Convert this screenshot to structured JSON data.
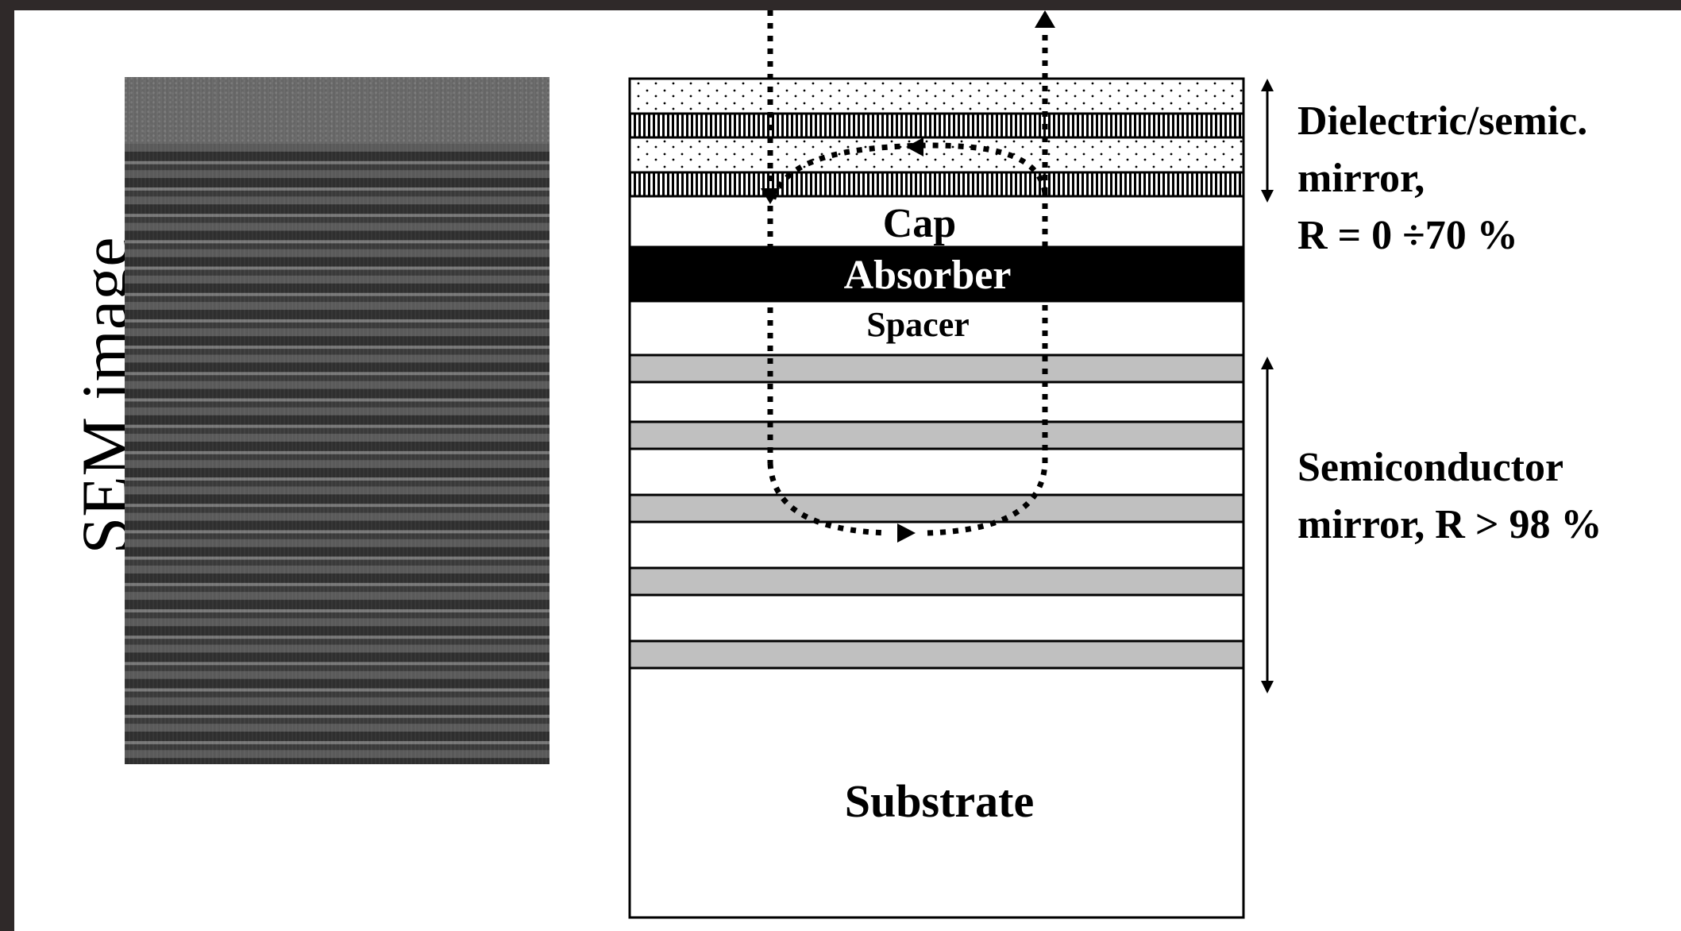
{
  "sem": {
    "label": "SEM image"
  },
  "layers": {
    "cap": "Cap",
    "absorber": "Absorber",
    "spacer": "Spacer",
    "substrate": "Substrate"
  },
  "labels": {
    "top_mirror": {
      "line1": "Dielectric/semic.",
      "line2": "mirror,",
      "line3": "R = 0 ÷70 %"
    },
    "bottom_mirror": {
      "line1": "Semiconductor",
      "line2": "mirror, R > 98 %"
    }
  },
  "colors": {
    "background_frame": "#2f2929",
    "page": "#ffffff",
    "absorber_fill": "#000000",
    "mirror_gray_fill": "#c0c0c0"
  }
}
